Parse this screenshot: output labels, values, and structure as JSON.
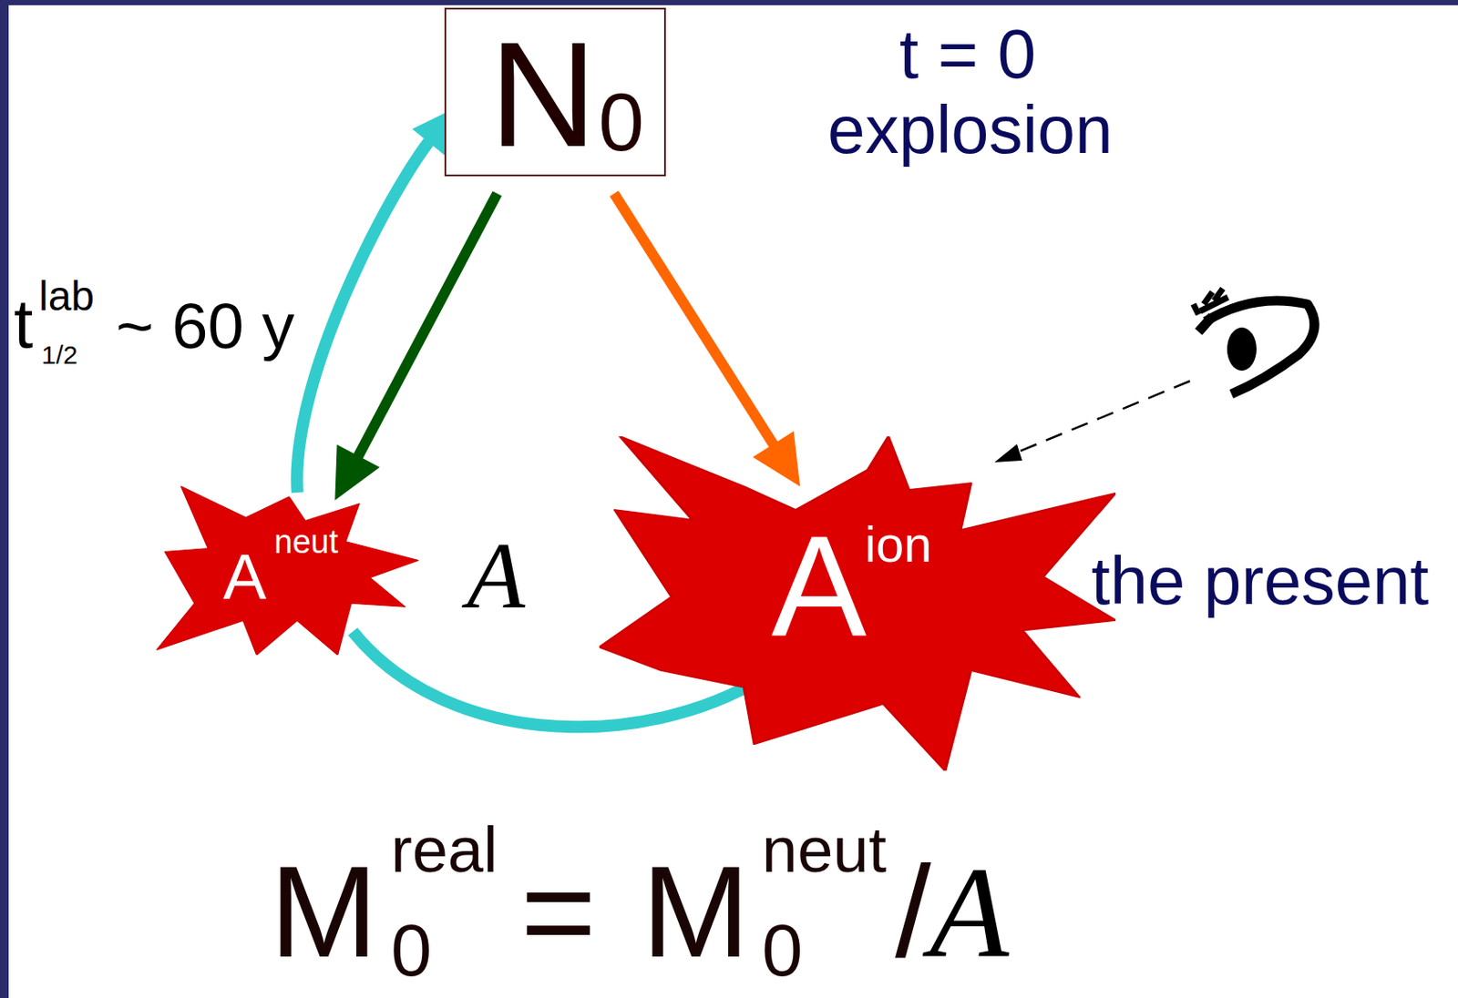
{
  "diagram": {
    "nodes": [
      {
        "text": [
          "N",
          "0"
        ]
      },
      {
        "text": [
          "A",
          "neut"
        ]
      },
      {
        "text": [
          "A",
          "ion"
        ]
      }
    ],
    "edges": [
      {
        "from": 0,
        "to": 1,
        "arrow": "to"
      },
      {
        "from": 0,
        "to": 2,
        "arrow": "to"
      },
      {
        "from": 2,
        "to": 1,
        "arrow": "none"
      },
      {
        "from": 1,
        "to": 0,
        "arrow": "to"
      }
    ],
    "labels": [
      "t = 0",
      "explosion",
      "the present",
      "t",
      "lab",
      "1/2",
      "~ 60 y",
      "A",
      "M",
      "real",
      "0",
      "=",
      "M",
      "neut",
      "0",
      "/",
      "A"
    ]
  }
}
